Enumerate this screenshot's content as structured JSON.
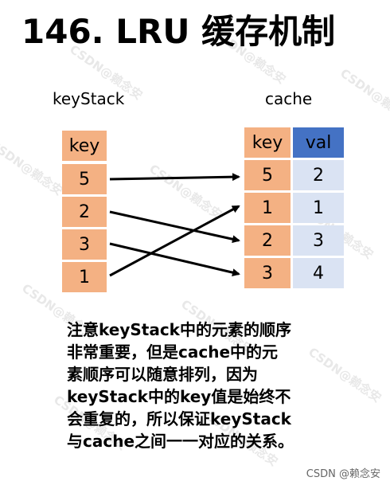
{
  "title": "146. LRU 缓存机制",
  "keystack": {
    "label": "keyStack",
    "header": "key",
    "items": [
      "5",
      "2",
      "3",
      "1"
    ]
  },
  "cache": {
    "label": "cache",
    "key_header": "key",
    "val_header": "val",
    "keys": [
      "5",
      "1",
      "2",
      "3"
    ],
    "vals": [
      "2",
      "1",
      "3",
      "4"
    ]
  },
  "note_lines": [
    "注意keyStack中的元素的顺序",
    "非常重要，但是cache中的元",
    "素顺序可以随意排列，因为",
    "keyStack中的key值是始终不",
    "会重复的，所以保证keyStack",
    "与cache之间一一对应的关系。"
  ],
  "watermark": "CSDN@赖念安",
  "footer": "CSDN @赖念安",
  "colors": {
    "orange": "#f4b183",
    "blue_header": "#4472c4",
    "blue_light": "#dae3f3",
    "arrow": "#000000"
  }
}
